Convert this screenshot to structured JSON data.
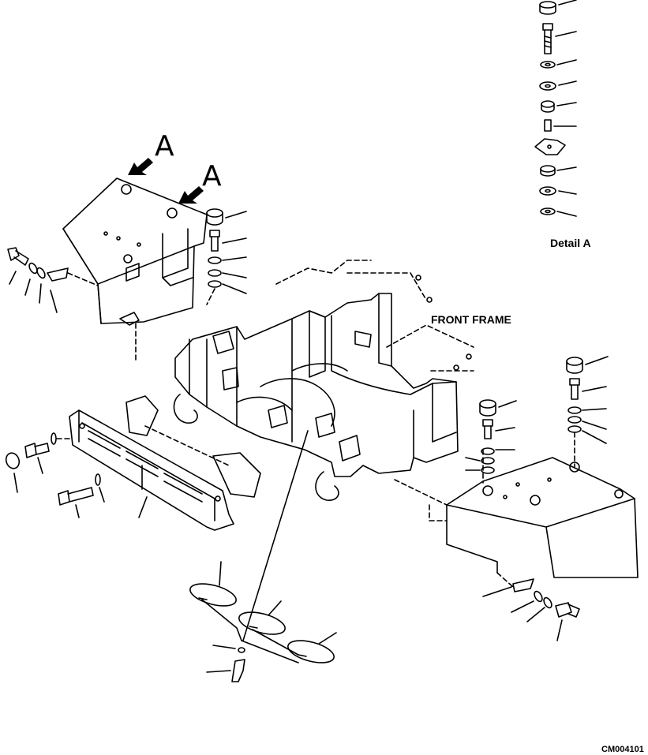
{
  "labels": {
    "front_frame": "FRONT FRAME",
    "detail_title": "Detail A",
    "view_marker_1": "A",
    "view_marker_2": "A",
    "drawing_code": "CM004101"
  }
}
